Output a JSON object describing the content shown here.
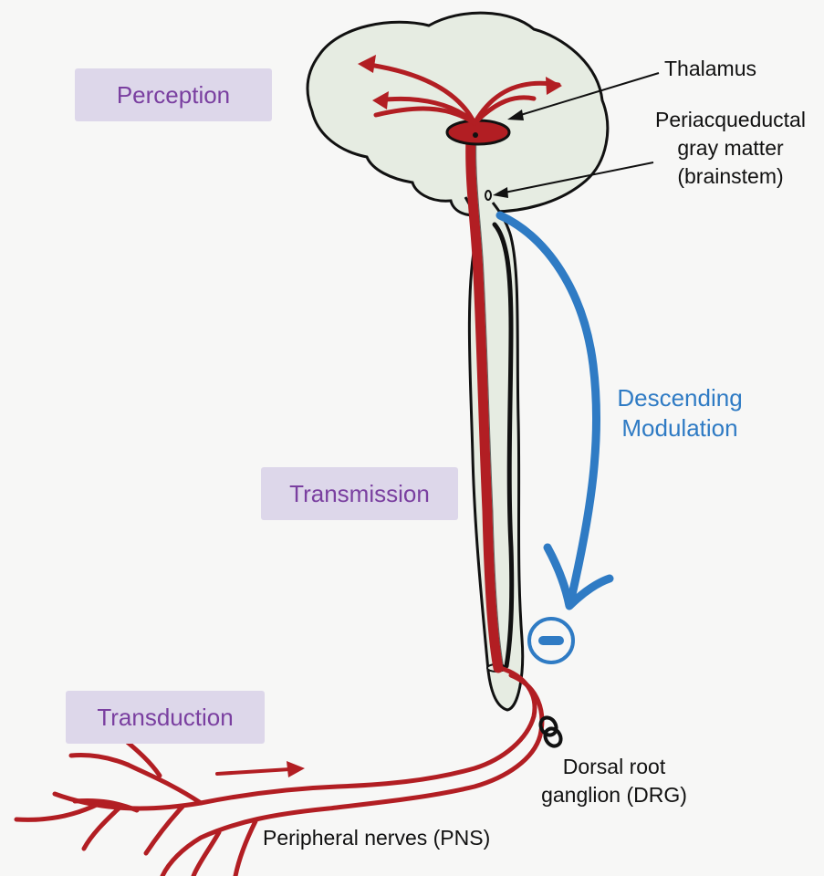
{
  "stages": {
    "perception": "Perception",
    "transmission": "Transmission",
    "transduction": "Transduction"
  },
  "labels": {
    "thalamus": "Thalamus",
    "pag_line1": "Periacqueductal",
    "pag_line2": "gray matter",
    "pag_line3": "(brainstem)",
    "descending_line1": "Descending",
    "descending_line2": "Modulation",
    "drg_line1": "Dorsal root",
    "drg_line2": "ganglion (DRG)",
    "pns": "Peripheral nerves (PNS)"
  },
  "colors": {
    "nerve_red": "#b21e23",
    "descending_blue": "#2f7bc4",
    "stage_purple": "#7a3fa0",
    "stage_box": "#ddd7ea",
    "brain_fill": "#e6ece2"
  },
  "icons": {
    "inhibition": "minus-circle-icon"
  }
}
